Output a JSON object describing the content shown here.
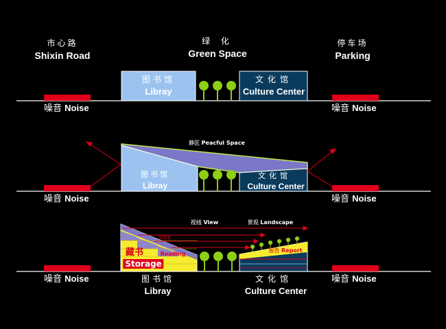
{
  "top": {
    "left_zh": "市心路",
    "left_en": "Shixin Road",
    "center_zh": "绿 化",
    "center_en": "Green Space",
    "right_zh": "停车场",
    "right_en": "Parking",
    "library_zh": "图书馆",
    "library_en": "Libray",
    "culture_zh": "文化馆",
    "culture_en": "Culture Center"
  },
  "noise": {
    "zh": "噪音",
    "en": "Noise"
  },
  "middle": {
    "peaceful_zh": "静区",
    "peaceful_en": "Peacful Space",
    "library_zh": "图书馆",
    "library_en": "Libray",
    "culture_zh": "文化馆",
    "culture_en": "Culture Center"
  },
  "bottom": {
    "view_zh": "视线",
    "view_en": "View",
    "landscape_zh": "景观",
    "landscape_en": "Landscape",
    "storage_zh": "藏书",
    "storage_en": "Storage",
    "reading_en": "Reading",
    "reading_zh": "阅览室",
    "report_zh": "报告",
    "report_en": "Report",
    "library_zh": "图书馆",
    "library_en": "Libray",
    "culture_zh": "文化馆",
    "culture_en": "Culture Center"
  },
  "colors": {
    "background": "#000000",
    "noise_bar": "#e0001b",
    "library": "#9cc3ef",
    "culture": "#0a3b5c",
    "tree": "#8ccf14",
    "roof": "#7b77c9",
    "storage": "#f6ec2f"
  }
}
